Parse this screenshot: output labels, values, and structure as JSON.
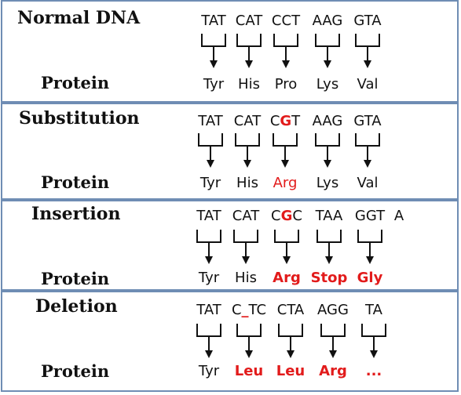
{
  "panels": [
    {
      "id": "normal",
      "title": "Normal DNA",
      "protein_label": "Protein",
      "codons": [
        {
          "parts": [
            {
              "t": "TAT"
            }
          ]
        },
        {
          "parts": [
            {
              "t": "CAT"
            }
          ]
        },
        {
          "parts": [
            {
              "t": "CCT"
            }
          ]
        },
        {
          "parts": [
            {
              "t": "AAG"
            }
          ]
        },
        {
          "parts": [
            {
              "t": "GTA"
            }
          ]
        }
      ],
      "extra": "",
      "amino_acids": [
        {
          "text": "Tyr",
          "color": "#111111",
          "bold": false
        },
        {
          "text": "His",
          "color": "#111111",
          "bold": false
        },
        {
          "text": "Pro",
          "color": "#111111",
          "bold": false
        },
        {
          "text": "Lys",
          "color": "#111111",
          "bold": false
        },
        {
          "text": "Val",
          "color": "#111111",
          "bold": false
        }
      ]
    },
    {
      "id": "substitution",
      "title": "Substitution",
      "protein_label": "Protein",
      "codons": [
        {
          "parts": [
            {
              "t": "TAT"
            }
          ]
        },
        {
          "parts": [
            {
              "t": "CAT"
            }
          ]
        },
        {
          "parts": [
            {
              "t": "C"
            },
            {
              "t": "G",
              "mut": true
            },
            {
              "t": "T"
            }
          ]
        },
        {
          "parts": [
            {
              "t": "AAG"
            }
          ]
        },
        {
          "parts": [
            {
              "t": "GTA"
            }
          ]
        }
      ],
      "extra": "",
      "amino_acids": [
        {
          "text": "Tyr",
          "color": "#111111",
          "bold": false
        },
        {
          "text": "His",
          "color": "#111111",
          "bold": false
        },
        {
          "text": "Arg",
          "color": "#e21b1b",
          "bold": false
        },
        {
          "text": "Lys",
          "color": "#111111",
          "bold": false
        },
        {
          "text": "Val",
          "color": "#111111",
          "bold": false
        }
      ]
    },
    {
      "id": "insertion",
      "title": "Insertion",
      "protein_label": "Protein",
      "codons": [
        {
          "parts": [
            {
              "t": "TAT"
            }
          ]
        },
        {
          "parts": [
            {
              "t": "CAT"
            }
          ]
        },
        {
          "parts": [
            {
              "t": "C"
            },
            {
              "t": "G",
              "mut": true
            },
            {
              "t": "C"
            }
          ]
        },
        {
          "parts": [
            {
              "t": "TAA"
            }
          ]
        },
        {
          "parts": [
            {
              "t": "GGT"
            }
          ]
        }
      ],
      "extra": "A",
      "amino_acids": [
        {
          "text": "Tyr",
          "color": "#111111",
          "bold": false
        },
        {
          "text": "His",
          "color": "#111111",
          "bold": false
        },
        {
          "text": "Arg",
          "color": "#e21b1b",
          "bold": true
        },
        {
          "text": "Stop",
          "color": "#e21b1b",
          "bold": true
        },
        {
          "text": "Gly",
          "color": "#e21b1b",
          "bold": true
        }
      ]
    },
    {
      "id": "deletion",
      "title": "Deletion",
      "protein_label": "Protein",
      "codons": [
        {
          "parts": [
            {
              "t": "TAT"
            }
          ]
        },
        {
          "parts": [
            {
              "t": "C"
            },
            {
              "t": "_",
              "mut": true
            },
            {
              "t": "TC"
            }
          ]
        },
        {
          "parts": [
            {
              "t": "CTA"
            }
          ]
        },
        {
          "parts": [
            {
              "t": "AGG"
            }
          ]
        },
        {
          "parts": [
            {
              "t": "TA"
            }
          ]
        }
      ],
      "extra": "",
      "amino_acids": [
        {
          "text": "Tyr",
          "color": "#111111",
          "bold": false
        },
        {
          "text": "Leu",
          "color": "#e21b1b",
          "bold": true
        },
        {
          "text": "Leu",
          "color": "#e21b1b",
          "bold": true
        },
        {
          "text": "Arg",
          "color": "#e21b1b",
          "bold": true
        },
        {
          "text": "...",
          "color": "#e21b1b",
          "bold": true
        }
      ]
    }
  ]
}
